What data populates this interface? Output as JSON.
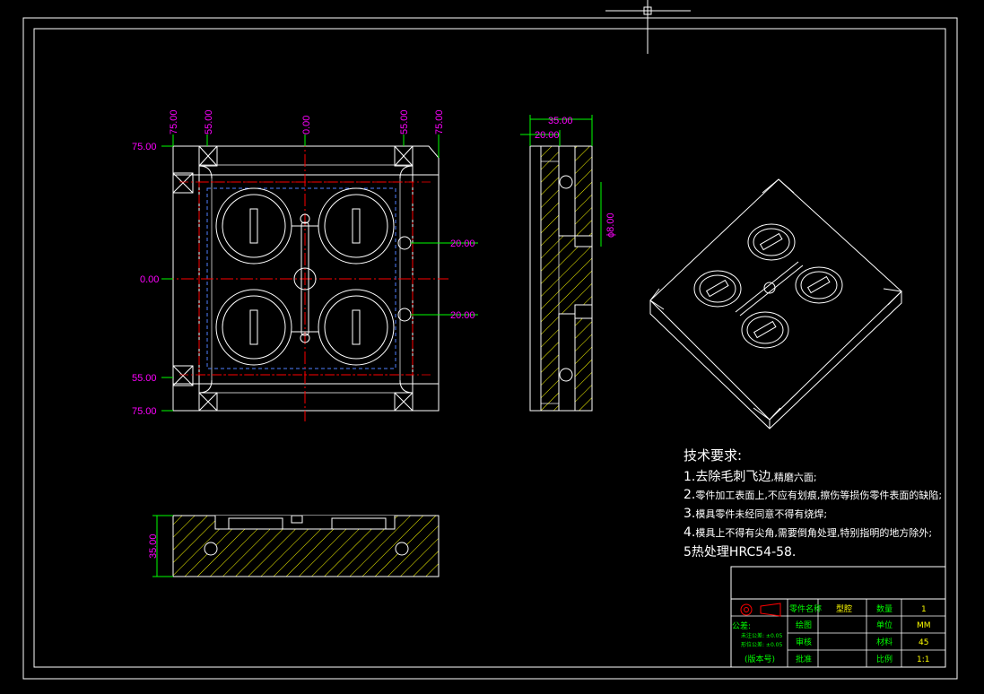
{
  "colors": {
    "background": "#000000",
    "outline": "#ffffff",
    "dimension": "#ff00ff",
    "centerline": "#ff0000",
    "hidden": "#4f7fff",
    "hatch": "#ffff00",
    "titleblock_label": "#00ff00",
    "titleblock_value": "#ffff00"
  },
  "top_view": {
    "dims_top": [
      "75.00",
      "55.00",
      "0.00",
      "55.00",
      "75.00"
    ],
    "dims_left": [
      "75.00",
      "0.00",
      "55.00",
      "75.00"
    ],
    "dims_right": [
      "20.00",
      "20.00"
    ]
  },
  "side_view": {
    "dims_top": [
      "35.00",
      "20.00"
    ],
    "dim_diameter": "ϕ8.00"
  },
  "front_view": {
    "dim_height": "35.00"
  },
  "tech_notes": {
    "title": "技术要求:",
    "items": [
      {
        "prefix": "1.去除毛刺飞边",
        "suffix": ",精磨六面;"
      },
      {
        "prefix": "2.",
        "suffix": "零件加工表面上,不应有划痕,擦伤等损伤零件表面的缺陷;"
      },
      {
        "prefix": "3.",
        "suffix": "模具零件未经同意不得有烧焊;"
      },
      {
        "prefix": "4.",
        "suffix": "模具上不得有尖角,需要倒角处理,特别指明的地方除外;"
      },
      {
        "prefix": "5",
        "suffix": "热处理HRC54-58."
      }
    ]
  },
  "title_block": {
    "part_name_label": "零件名称",
    "part_name_value": "型腔",
    "qty_label": "数量",
    "qty_value": "1",
    "drawn_label": "绘图",
    "unit_label": "单位",
    "unit_value": "MM",
    "review_label": "审核",
    "material_label": "材料",
    "material_value": "45",
    "approve_label": "批准",
    "scale_label": "比例",
    "scale_value": "1:1",
    "tolerance_label": "公差:",
    "tol_line1": "未注公差: ±0.05",
    "tol_line2": "形位公差: ±0.05",
    "version_label": "(版本号)"
  }
}
